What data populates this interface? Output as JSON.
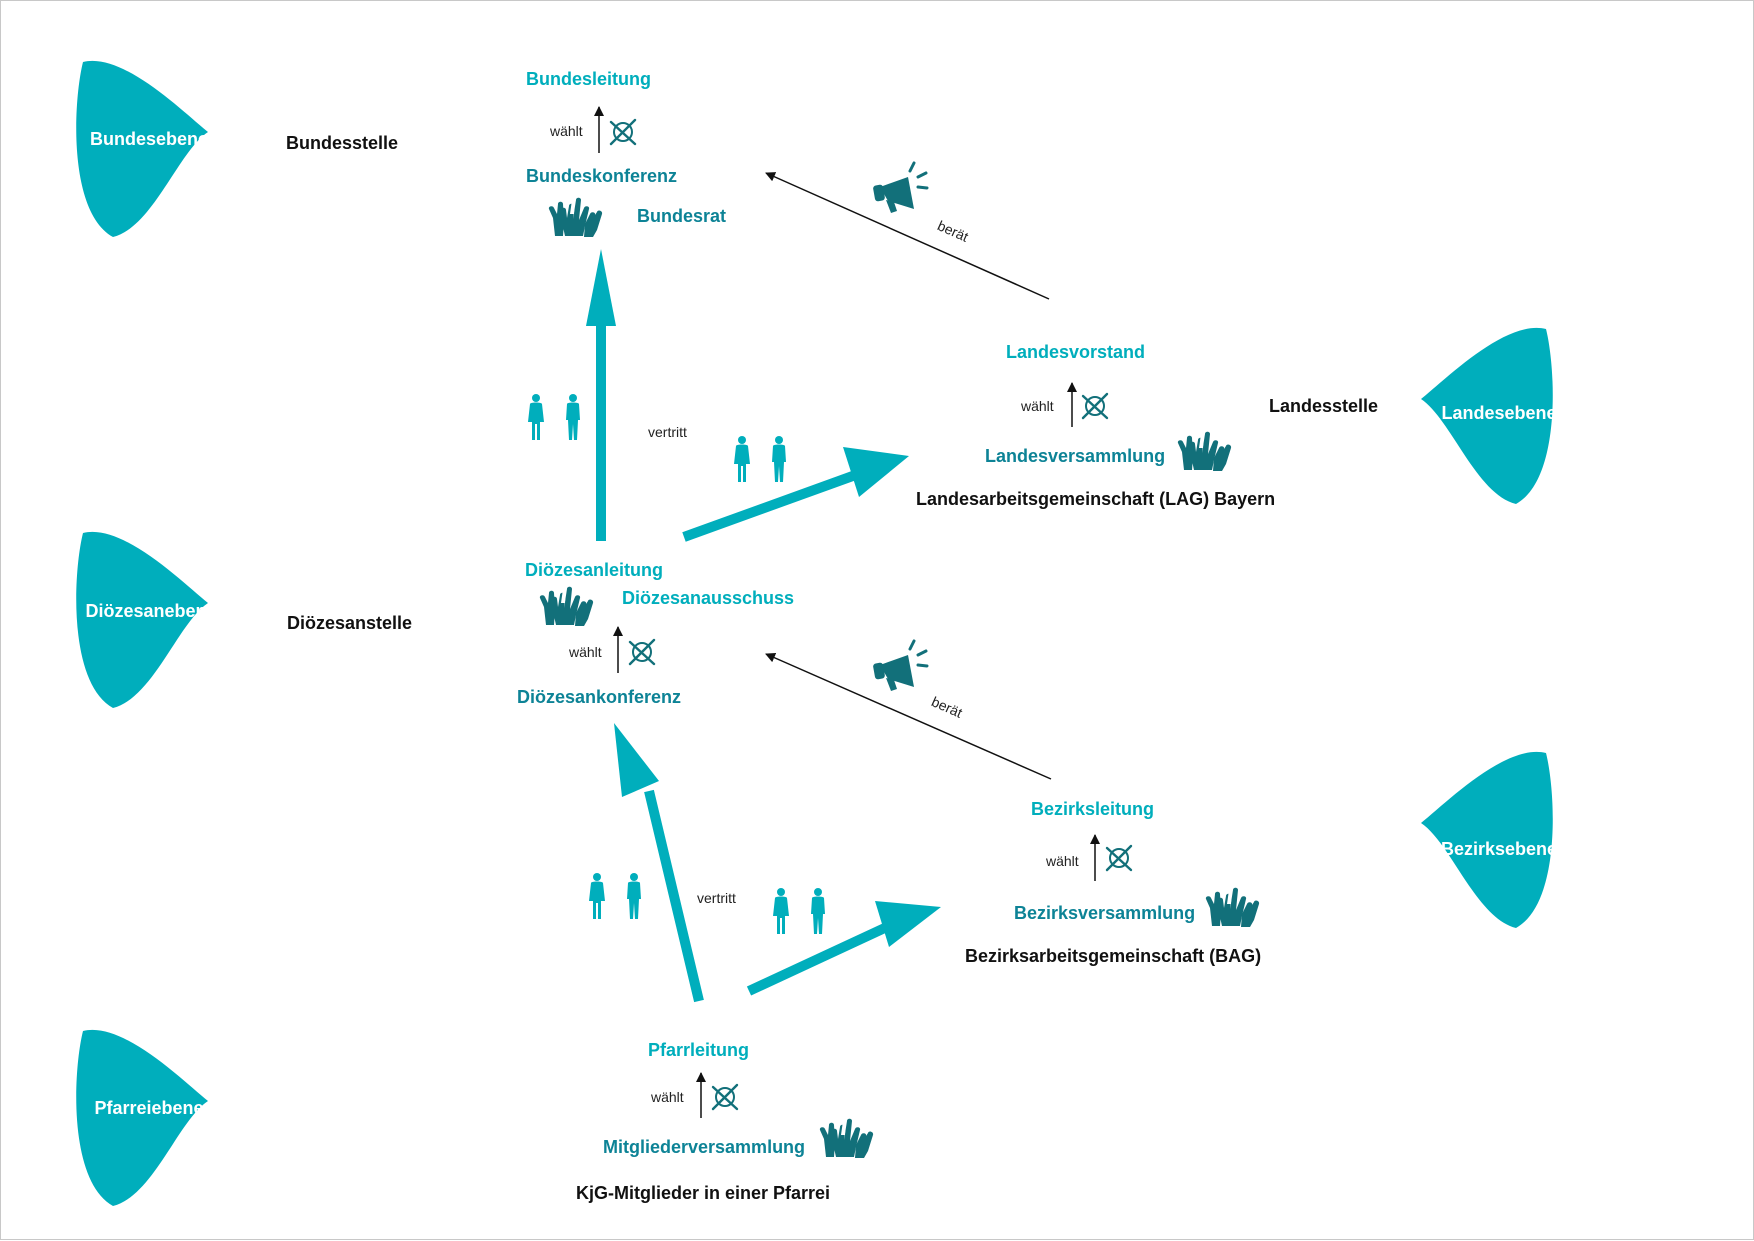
{
  "colors": {
    "teal": "#00aebc",
    "teal_dark": "#0d8396",
    "icon": "#12707a"
  },
  "levels": {
    "bundesebene": "Bundesebene",
    "dioezesanebene": "Diözesanebene",
    "pfarreiebene": "Pfarreiebene",
    "landesebene": "Landesebene",
    "bezirksebene": "Bezirksebene"
  },
  "offices": {
    "bundesstelle": "Bundesstelle",
    "dioezesanstelle": "Diözesanstelle",
    "landesstelle": "Landesstelle"
  },
  "bund": {
    "leitung": "Bundesleitung",
    "konferenz": "Bundeskonferenz",
    "rat": "Bundesrat",
    "waehlt": "wählt"
  },
  "landes": {
    "vorstand": "Landesvorstand",
    "versammlung": "Landesversammlung",
    "lag": "Landesarbeitsgemeinschaft (LAG) Bayern",
    "waehlt": "wählt",
    "beraet": "berät"
  },
  "dioezese": {
    "leitung": "Diözesanleitung",
    "ausschuss": "Diözesanausschuss",
    "konferenz": "Diözesankonferenz",
    "waehlt": "wählt",
    "vertritt": "vertritt"
  },
  "bezirk": {
    "leitung": "Bezirksleitung",
    "versammlung": "Bezirksversammlung",
    "bag": "Bezirksarbeitsgemeinschaft (BAG)",
    "waehlt": "wählt",
    "beraet": "berät"
  },
  "pfarrei": {
    "leitung": "Pfarrleitung",
    "versammlung": "Mitgliederversammlung",
    "mitglieder": "KjG-Mitglieder in einer Pfarrei",
    "waehlt": "wählt",
    "vertritt": "vertritt"
  },
  "icons": [
    "vote-cross-icon",
    "raised-hands-icon",
    "megaphone-icon",
    "person-icon"
  ]
}
